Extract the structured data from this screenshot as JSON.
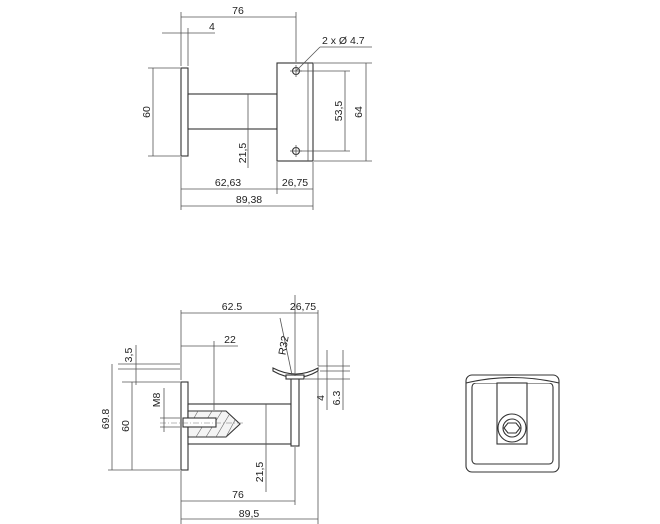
{
  "top_view": {
    "dim_76": "76",
    "dim_4": "4",
    "dim_hole": "2 x Ø 4.7",
    "dim_60": "60",
    "dim_53_5": "53,5",
    "dim_64": "64",
    "dim_21_5": "21,5",
    "dim_62_63": "62,63",
    "dim_26_75": "26,75",
    "dim_89_38": "89,38"
  },
  "side_view": {
    "dim_62_5": "62.5",
    "dim_26_75": "26,75",
    "dim_22": "22",
    "dim_r32": "R32",
    "dim_3_5": "3,5",
    "dim_m8": "M8",
    "dim_69_8": "69.8",
    "dim_60": "60",
    "dim_4": "4",
    "dim_6_3": "6.3",
    "dim_21_5": "21,5",
    "dim_76": "76",
    "dim_89_5": "89,5"
  }
}
